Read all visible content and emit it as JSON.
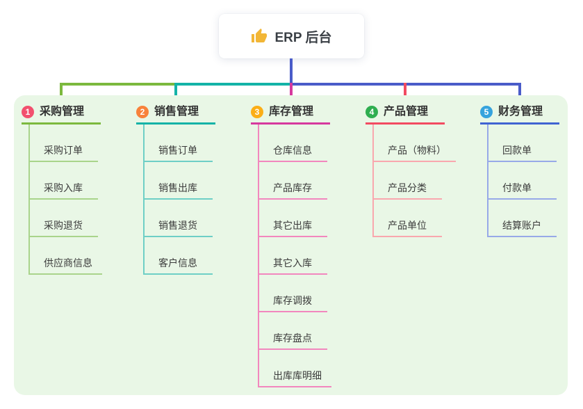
{
  "root": {
    "label": "ERP 后台",
    "icon": "thumbs-up-icon",
    "connector_color": "#4a5cc9"
  },
  "panel": {
    "background": "#e9f7e6"
  },
  "branches": [
    {
      "num": "1",
      "label": "采购管理",
      "badge_color": "#f2506e",
      "line_color": "#7cb93e",
      "child_line_color": "#a9d48b",
      "children": [
        "采购订单",
        "采购入库",
        "采购退货",
        "供应商信息"
      ]
    },
    {
      "num": "2",
      "label": "销售管理",
      "badge_color": "#f8823b",
      "line_color": "#14b3a7",
      "child_line_color": "#6ecfc6",
      "children": [
        "销售订单",
        "销售出库",
        "销售退货",
        "客户信息"
      ]
    },
    {
      "num": "3",
      "label": "库存管理",
      "badge_color": "#fbae17",
      "line_color": "#d6399e",
      "child_line_color": "#f287be",
      "children": [
        "仓库信息",
        "产品库存",
        "其它出库",
        "其它入库",
        "库存调拨",
        "库存盘点",
        "出库库明细"
      ]
    },
    {
      "num": "4",
      "label": "产品管理",
      "badge_color": "#2fae50",
      "line_color": "#f24b61",
      "child_line_color": "#f9a7ae",
      "children": [
        "产品（物料）",
        "产品分类",
        "产品单位"
      ]
    },
    {
      "num": "5",
      "label": "财务管理",
      "badge_color": "#36a3dd",
      "line_color": "#4064d2",
      "child_line_color": "#97a9e8",
      "children": [
        "回款单",
        "付款单",
        "结算账户"
      ]
    }
  ]
}
